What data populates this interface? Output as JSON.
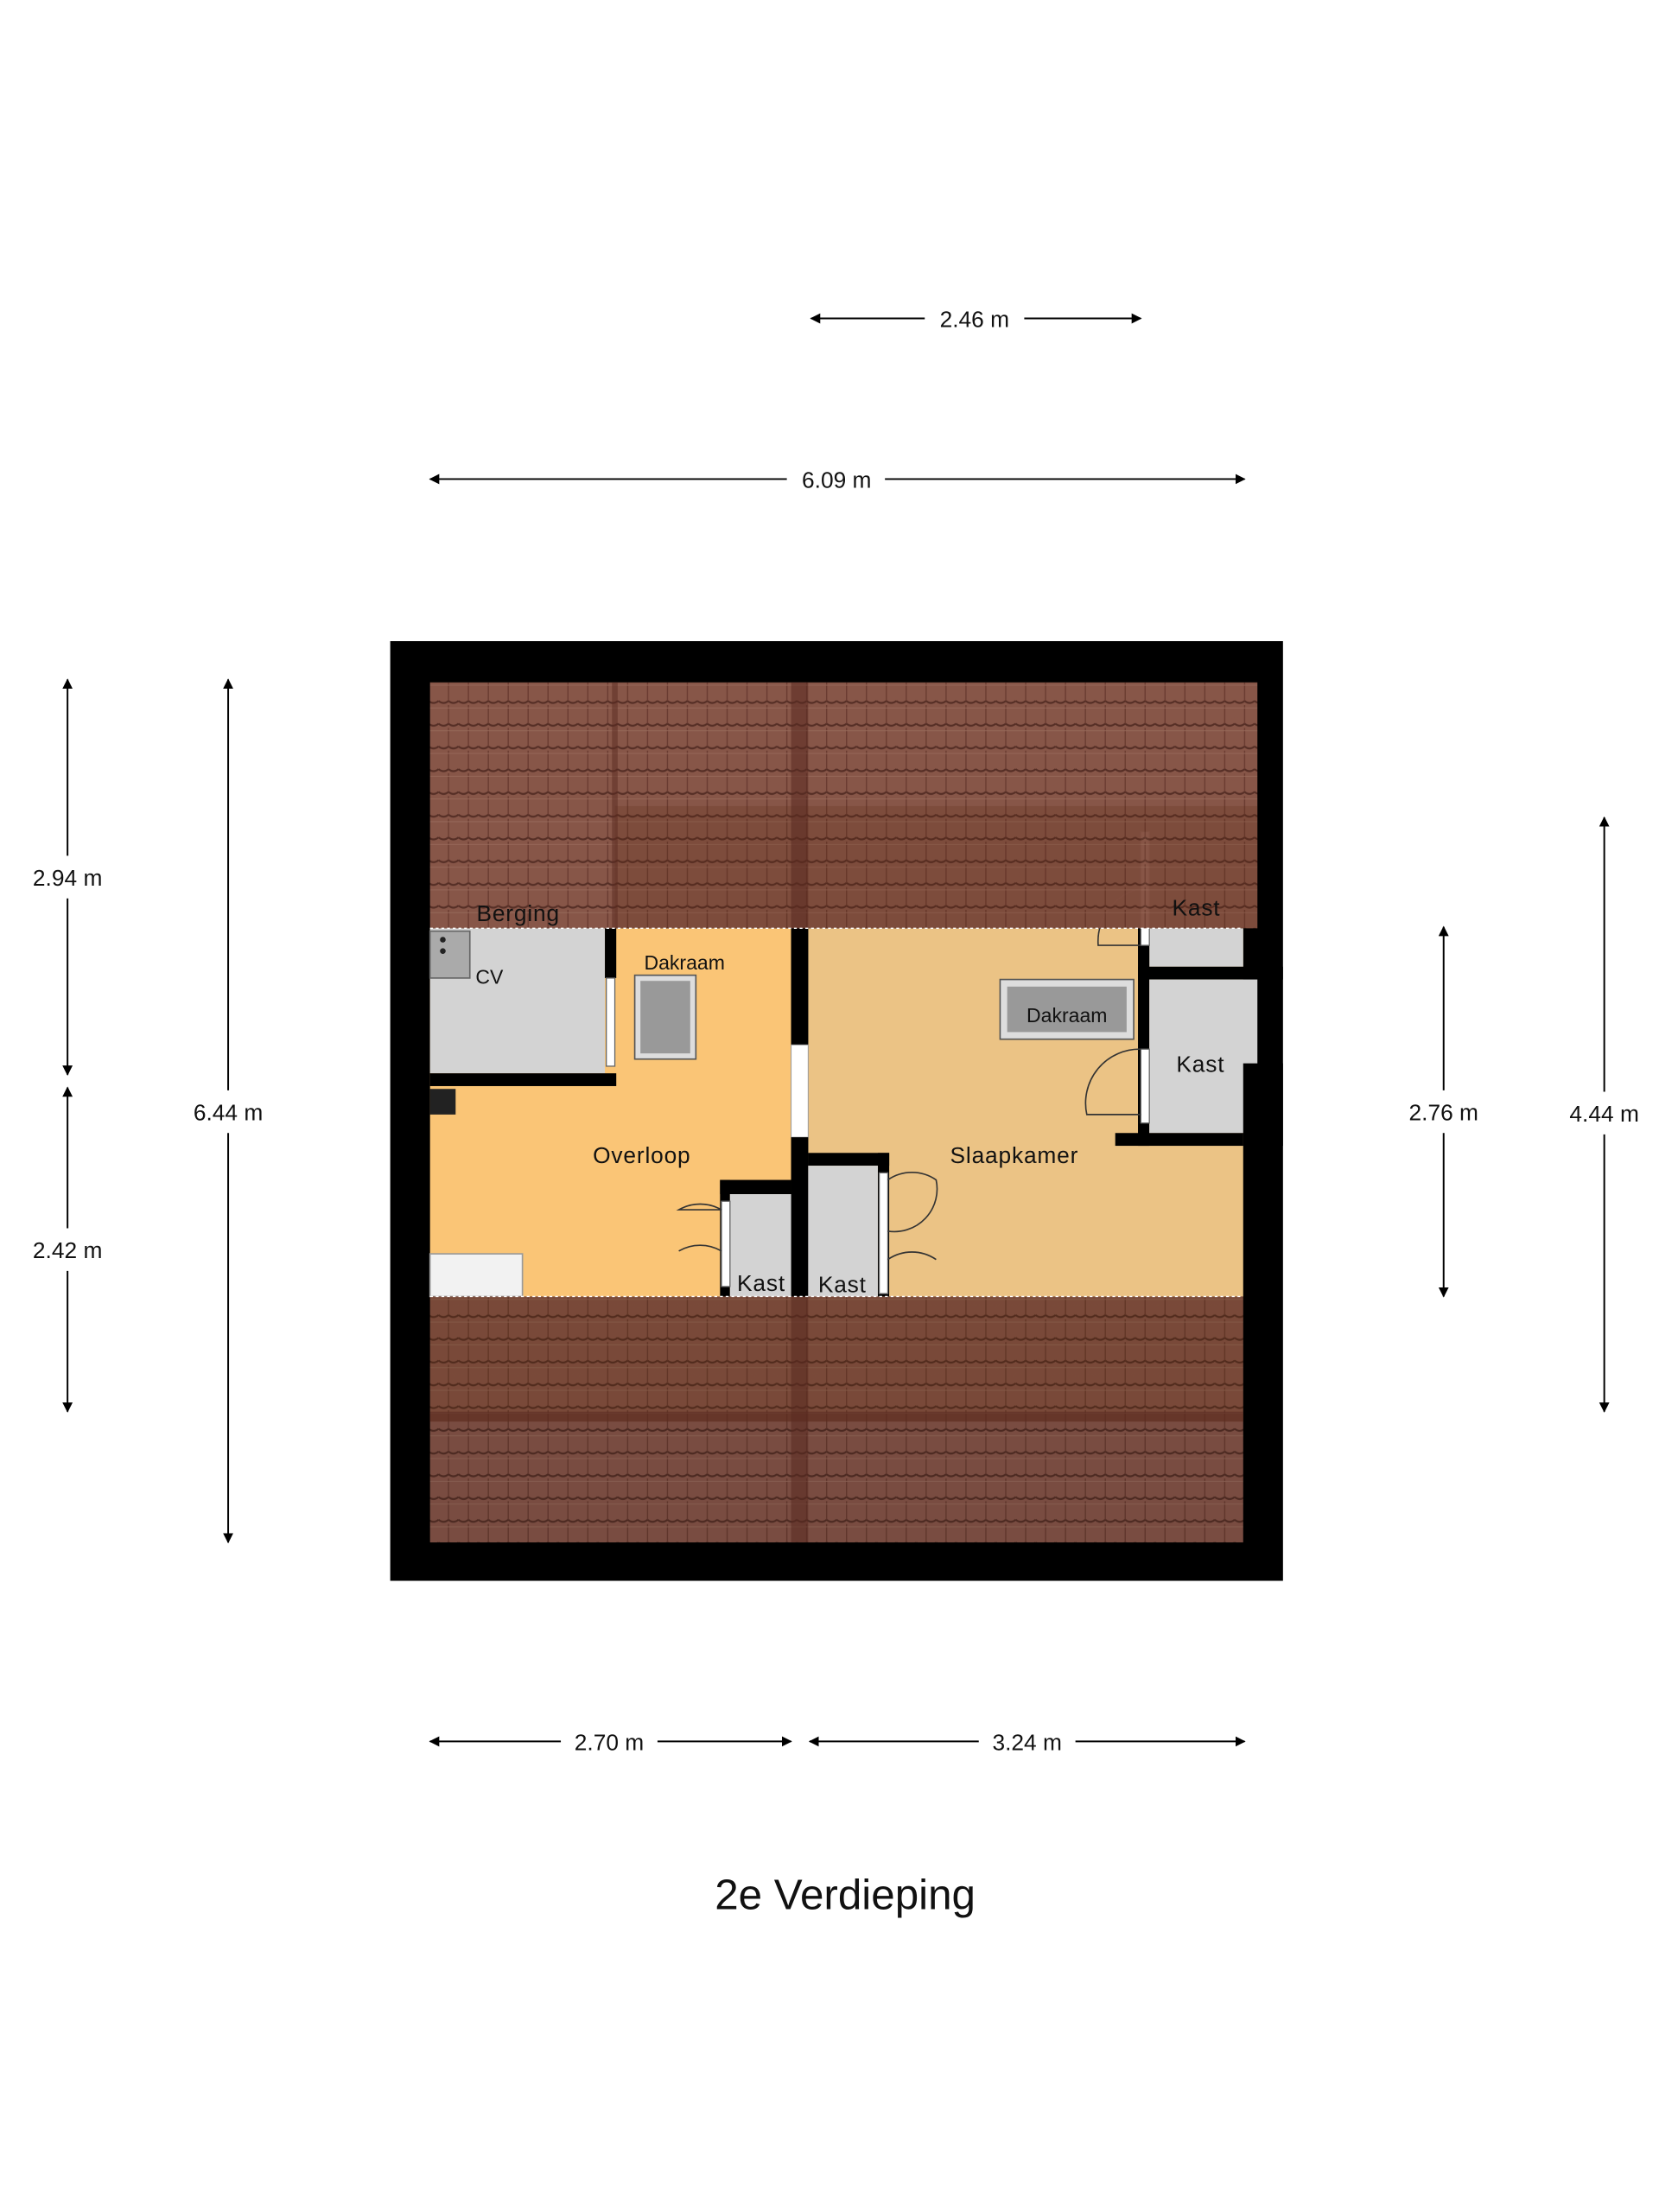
{
  "title": "2e Verdieping",
  "rooms": {
    "berging": "Berging",
    "cv": "CV",
    "dakraam_left": "Dakraam",
    "overloop": "Overloop",
    "slaapkamer": "Slaapkamer",
    "dakraam_right": "Dakraam",
    "kast_top_right": "Kast",
    "kast_mid_right": "Kast",
    "kast_left": "Kast",
    "kast_center": "Kast"
  },
  "dimensions": {
    "top_inner": "2.46 m",
    "top_total": "6.09 m",
    "bottom_left": "2.70 m",
    "bottom_right": "3.24 m",
    "left_top": "2.94 m",
    "left_bottom": "2.42 m",
    "left_total": "6.44 m",
    "right_inner": "2.76 m",
    "right_total": "4.44 m"
  },
  "colors": {
    "wall": "#000000",
    "overloop": "#FAC576",
    "slaapkamer": "#EBC385",
    "storage": "#D3D3D3",
    "roof_tile": "#8E5A4C"
  }
}
